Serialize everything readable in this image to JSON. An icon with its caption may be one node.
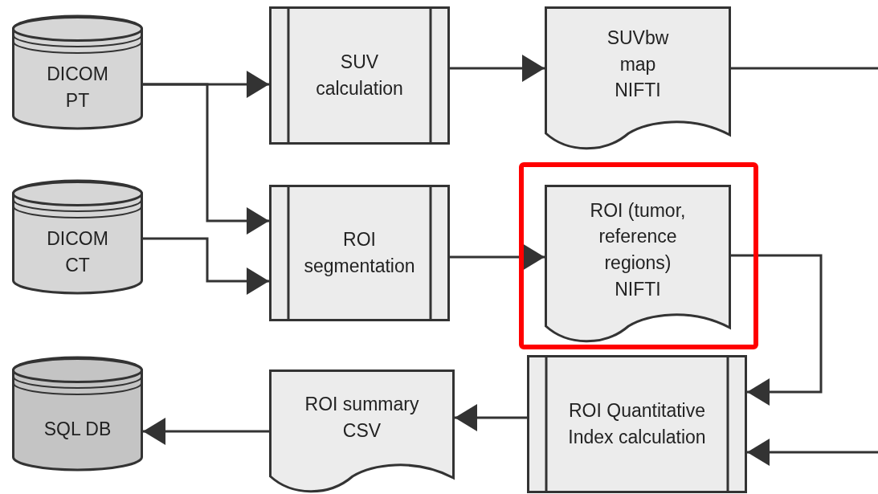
{
  "diagram": {
    "nodes": [
      {
        "text": [
          "DICOM PT"
        ]
      },
      {
        "text": [
          "DICOM CT"
        ]
      },
      {
        "text": [
          "SQL DB"
        ]
      },
      {
        "text": [
          "SUV calculation"
        ]
      },
      {
        "text": [
          "ROI segmentation"
        ]
      },
      {
        "text": [
          "SUVbw map NIFTI"
        ]
      },
      {
        "text": [],
        "shape": "box"
      },
      {
        "text": [
          "ROI (tumor, reference regions) NIFTI"
        ],
        "in": 6
      },
      {
        "text": [
          "ROI summary CSV"
        ]
      },
      {
        "text": [
          "ROI Quantitative Index calculation"
        ]
      }
    ],
    "edges": [
      {
        "from": 0,
        "to": 3,
        "arrow": "to"
      },
      {
        "from": 0,
        "to": 4,
        "arrow": "to"
      },
      {
        "from": 1,
        "to": 4,
        "arrow": "to"
      },
      {
        "from": 3,
        "to": 5,
        "arrow": "to"
      },
      {
        "from": 4,
        "to": 7,
        "arrow": "to"
      },
      {
        "from": 5,
        "to": null,
        "arrow": "none"
      },
      {
        "from": 7,
        "to": 9,
        "arrow": "to"
      },
      {
        "from": null,
        "to": 9,
        "arrow": "to"
      },
      {
        "from": 9,
        "to": 8,
        "arrow": "to"
      },
      {
        "from": 8,
        "to": 2,
        "arrow": "to"
      }
    ]
  }
}
